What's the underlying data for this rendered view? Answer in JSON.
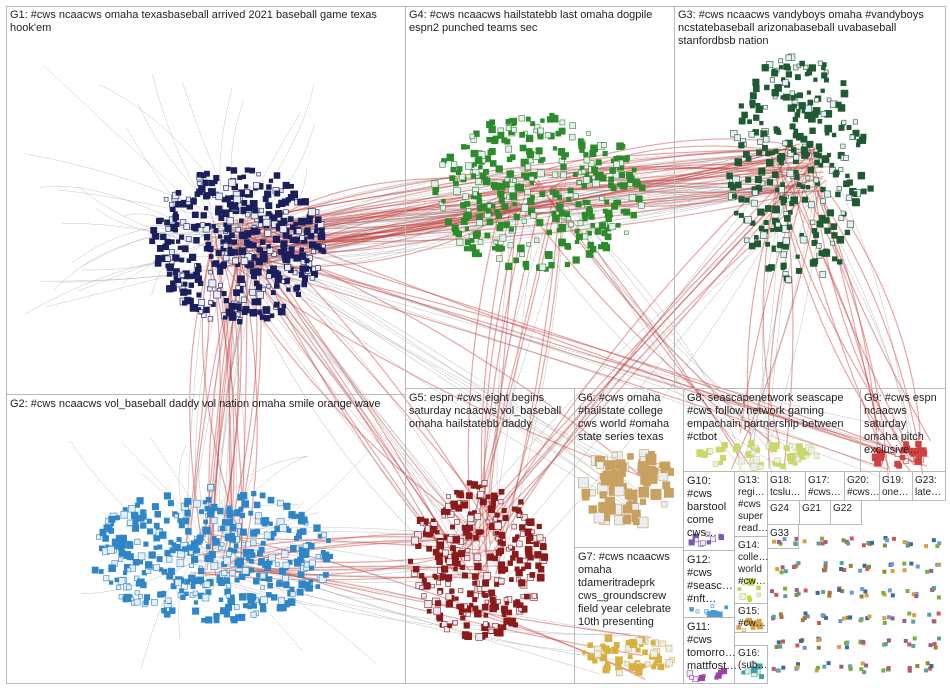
{
  "title": "",
  "groups": [
    {
      "id": "G1",
      "label": "G1: #cws ncaacws omaha texasbaseball arrived 2021 baseball game texas hook'em",
      "color": "#1b1f5c"
    },
    {
      "id": "G4",
      "label": "G4: #cws ncaacws hailstatebb last omaha dogpile espn2 punched teams sec",
      "color": "#2d8a2d"
    },
    {
      "id": "G3",
      "label": "G3: #cws ncaacws vandyboys omaha #vandyboys ncstatebaseball arizonabaseball uvabaseball stanfordbsb nation",
      "color": "#1f5a32"
    },
    {
      "id": "G2",
      "label": "G2: #cws ncaacws vol_baseball daddy vol nation omaha smile orange wave",
      "color": "#2e86c8"
    },
    {
      "id": "G5",
      "label": "G5: espn #cws eight begins saturday ncaacws vol_baseball omaha hailstatebb daddy",
      "color": "#8b1a1a"
    },
    {
      "id": "G6",
      "label": "G6: #cws omaha #hailstate college cws world #omaha state series texas",
      "color": "#c8a060"
    },
    {
      "id": "G8",
      "label": "G8: seascapenetwork seascape #cws follow network gaming empachain partnership between #ctbot",
      "color": "#c8d86a"
    },
    {
      "id": "G9",
      "label": "G9: #cws espn ncaacws saturday omaha pitch exclusive…",
      "color": "#d04040"
    },
    {
      "id": "G7",
      "label": "G7: #cws ncaacws omaha tdameritradeprk cws_groundscrew field year celebrate 10th presenting",
      "color": "#d8b040"
    },
    {
      "id": "G10",
      "label": "G10: #cws barstool come cws…",
      "color": "#7a5ab0"
    },
    {
      "id": "G13",
      "label": "G13: regi… #cws super read…",
      "color": "#5aa0a0"
    },
    {
      "id": "G18",
      "label": "G18: tcslu…",
      "color": "#a05a8a"
    },
    {
      "id": "G17",
      "label": "G17: #cws…",
      "color": "#5a8a5a"
    },
    {
      "id": "G20",
      "label": "G20: #cws…",
      "color": "#8a8a3a"
    },
    {
      "id": "G19",
      "label": "G19: one…",
      "color": "#3a6a9a"
    },
    {
      "id": "G23",
      "label": "G23: late…",
      "color": "#9a3a3a"
    },
    {
      "id": "G24",
      "label": "G24",
      "color": "#6a6a6a"
    },
    {
      "id": "G21",
      "label": "G21",
      "color": "#6a6a6a"
    },
    {
      "id": "G22",
      "label": "G22",
      "color": "#6a6a6a"
    },
    {
      "id": "G12",
      "label": "G12: #cws #seasc… #nft…",
      "color": "#4a9ad8"
    },
    {
      "id": "G14",
      "label": "G14: colle… world #cw…",
      "color": "#b8d840"
    },
    {
      "id": "G33",
      "label": "G33",
      "color": "#6a6a6a"
    },
    {
      "id": "G15",
      "label": "G15: #cw…",
      "color": "#d8a040"
    },
    {
      "id": "G11",
      "label": "G11: #cws tomorro… mattfost…",
      "color": "#a040a0"
    },
    {
      "id": "G16",
      "label": "G16: (sub…",
      "color": "#40a0a0"
    }
  ]
}
